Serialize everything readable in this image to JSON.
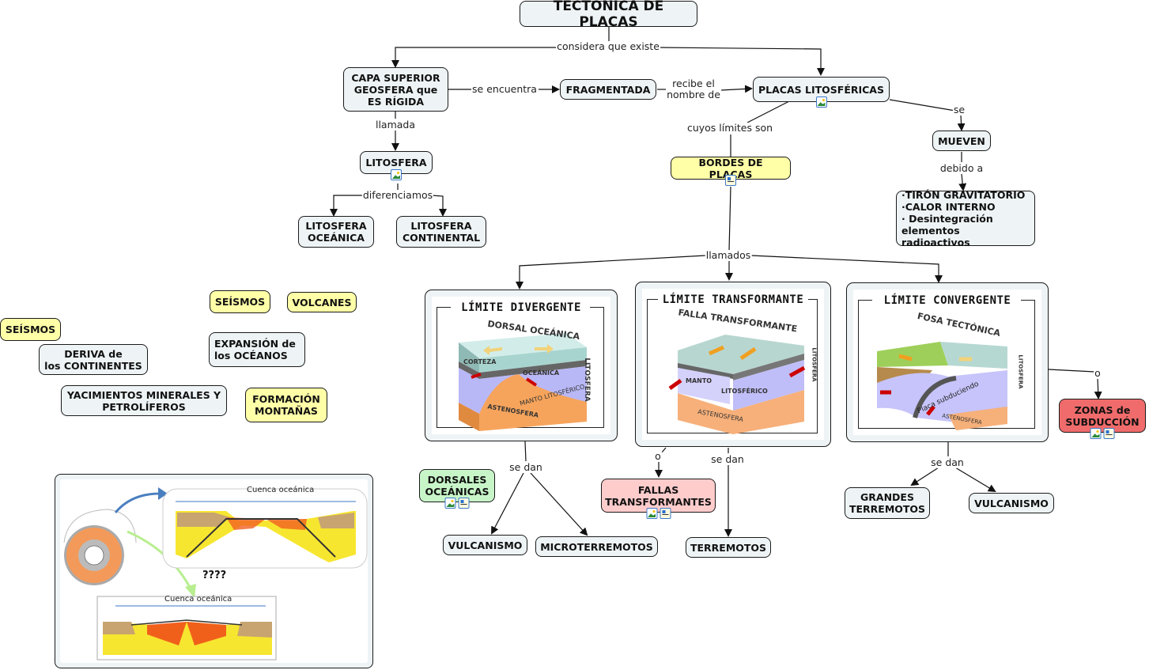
{
  "map_title": "TECTÓNICA DE PLACAS",
  "nodes": {
    "capa_superior": "CAPA SUPERIOR\nGEOSFERA que\nES RÍGIDA",
    "fragmentada": "FRAGMENTADA",
    "placas_litosfericas": "PLACAS LITOSFÉRICAS",
    "litosfera": "LITOSFERA",
    "litosfera_oceanica": "LITOSFERA\nOCEÁNICA",
    "litosfera_continental": "LITOSFERA\nCONTINENTAL",
    "bordes_de_placas": "BORDES DE PLACAS",
    "mueven": "MUEVEN",
    "causas": "·TIRÓN GRAVITATORIO\n·CALOR INTERNO\n· Desintegración\nelementos radioactivos",
    "seismos_1": "SEÍSMOS",
    "volcanes": "VOLCANES",
    "seismos_2": "SEÍSMOS",
    "deriva": "DERIVA de\nlos CONTINENTES",
    "expansion": "EXPANSIÓN de\nlos OCÉANOS",
    "yacimientos": "YACIMIENTOS MINERALES Y\nPETROLÍFEROS",
    "formacion": "FORMACIÓN\nMONTAÑAS",
    "dorsales": "DORSALES\nOCEÁNICAS",
    "vulcanismo_1": "VULCANISMO",
    "microterremotos": "MICROTERREMOTOS",
    "fallas": "FALLAS\nTRANSFORMANTES",
    "terremotos": "TERREMOTOS",
    "zonas_subduccion": "ZONAS de\nSUBDUCCIÓN",
    "grandes_terremotos": "GRANDES\nTERREMOTOS",
    "vulcanismo_2": "VULCANISMO"
  },
  "edge_labels": {
    "considera": "considera que existe",
    "se_encuentra": "se encuentra",
    "recibe": "recibe el\nnombre de",
    "llamada": "llamada",
    "diferenciamos": "diferenciamos",
    "cuyos_limites": "cuyos límites son",
    "se": "se",
    "debido_a": "debido a",
    "llamados": "llamados",
    "se_dan_1": "se dan",
    "o_1": "o",
    "se_dan_2": "se dan",
    "o_2": "o",
    "se_dan_3": "se dan"
  },
  "panels": {
    "divergente": {
      "title": "LÍMITE DIVERGENTE",
      "labels": [
        "DORSAL OCEÁNICA",
        "CORTEZA",
        "OCEÁNICA",
        "LITOSFERA",
        "MANTO LITOSFÉRICO",
        "ASTENOSFERA"
      ]
    },
    "transformante": {
      "title": "LÍMITE TRANSFORMANTE",
      "labels": [
        "FALLA TRANSFORMANTE",
        "MANTO",
        "LITOSFÉRICO",
        "LITOSFERA",
        "ASTENOSFERA"
      ]
    },
    "convergente": {
      "title": "LÍMITE CONVERGENTE",
      "labels": [
        "FOSA TECTÓNICA",
        "LITOSFERA",
        "Placa subduciendo",
        "ASTENOSFERA"
      ]
    }
  },
  "bottom_image": {
    "caption_top": "Cuenca oceánica",
    "caption_bottom": "Cuenca oceánica",
    "question": "????"
  },
  "colors": {
    "node_default": "#eef4f6",
    "node_yellow": "#ffffa8",
    "node_green": "#c8f5c8",
    "node_pink": "#ffcccc",
    "node_red": "#f06b6b",
    "line": "#111111"
  }
}
